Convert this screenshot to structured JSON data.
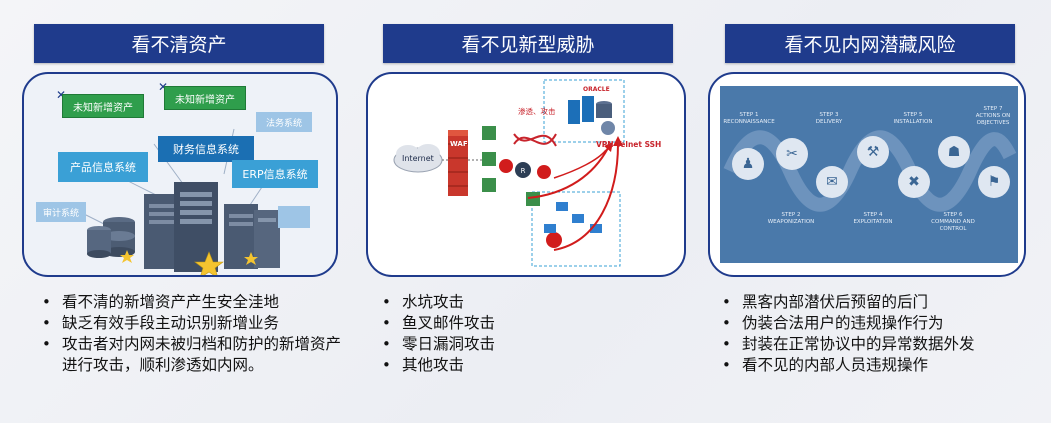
{
  "columns": [
    {
      "title": "看不清资产",
      "bullets": [
        "看不清的新增资产产生安全洼地",
        "缺乏有效手段主动识别新增业务",
        "攻击者对内网未被归档和防护的新增资产进行攻击，顺利渗透如内网。"
      ],
      "diagram": {
        "tags": {
          "new_asset_1": "未知新增资产",
          "new_asset_2": "未知新增资产",
          "legal_system": "法务系统",
          "finance_system": "财务信息系统",
          "product_system": "产品信息系统",
          "erp_system": "ERP信息系统",
          "audit_system": "审计系统"
        }
      }
    },
    {
      "title": "看不见新型威胁",
      "bullets": [
        "水坑攻击",
        "鱼叉邮件攻击",
        "零日漏洞攻击",
        "其他攻击"
      ],
      "diagram": {
        "internet_label": "Internet",
        "waf_label": "WAF",
        "infiltrate_label": "渗透、攻击",
        "oracle_label": "ORACLE",
        "vpn_label": "VPN Telnet SSH",
        "router_label": "R"
      }
    },
    {
      "title": "看不见内网潜藏风险",
      "bullets": [
        "黑客内部潜伏后预留的后门",
        "伪装合法用户的违规操作行为",
        "封装在正常协议中的异常数据外发",
        "看不见的内部人员违规操作"
      ],
      "diagram": {
        "steps": [
          {
            "num": "STEP 1",
            "name": "RECONNAISSANCE"
          },
          {
            "num": "STEP 2",
            "name": "WEAPONIZATION"
          },
          {
            "num": "STEP 3",
            "name": "DELIVERY"
          },
          {
            "num": "STEP 4",
            "name": "EXPLOITATION"
          },
          {
            "num": "STEP 5",
            "name": "INSTALLATION"
          },
          {
            "num": "STEP 6",
            "name": "COMMAND AND CONTROL"
          },
          {
            "num": "STEP 7",
            "name": "ACTIONS ON OBJECTIVES"
          }
        ]
      }
    }
  ],
  "bullet_symbol": "•",
  "colors": {
    "title_bg": "#1f3b8c",
    "panel_border": "#1f3b8c",
    "killchain_bg": "#4a79aa"
  }
}
